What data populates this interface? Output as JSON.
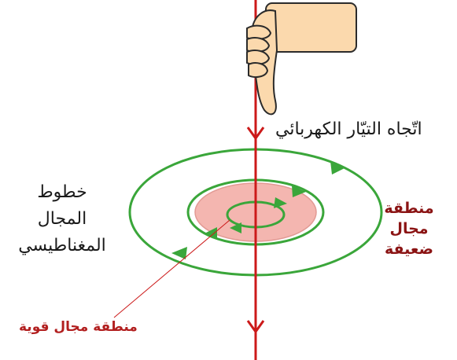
{
  "labels": {
    "current_direction": "اتّجاه التيّار الكهربائي",
    "field_lines": "خطوط المجال المغناطيسي",
    "weak_field_region": "منطقة مجال ضعيفة",
    "strong_field_region": "منطقة مجال قوية"
  },
  "colors": {
    "wire": "#cc1a1a",
    "field_lines": "#3aa63a",
    "strong_region_fill": "#f4b6b0",
    "hand": "#fbd9ad"
  },
  "icons": {
    "hand": "hand-pointing-down-icon"
  }
}
